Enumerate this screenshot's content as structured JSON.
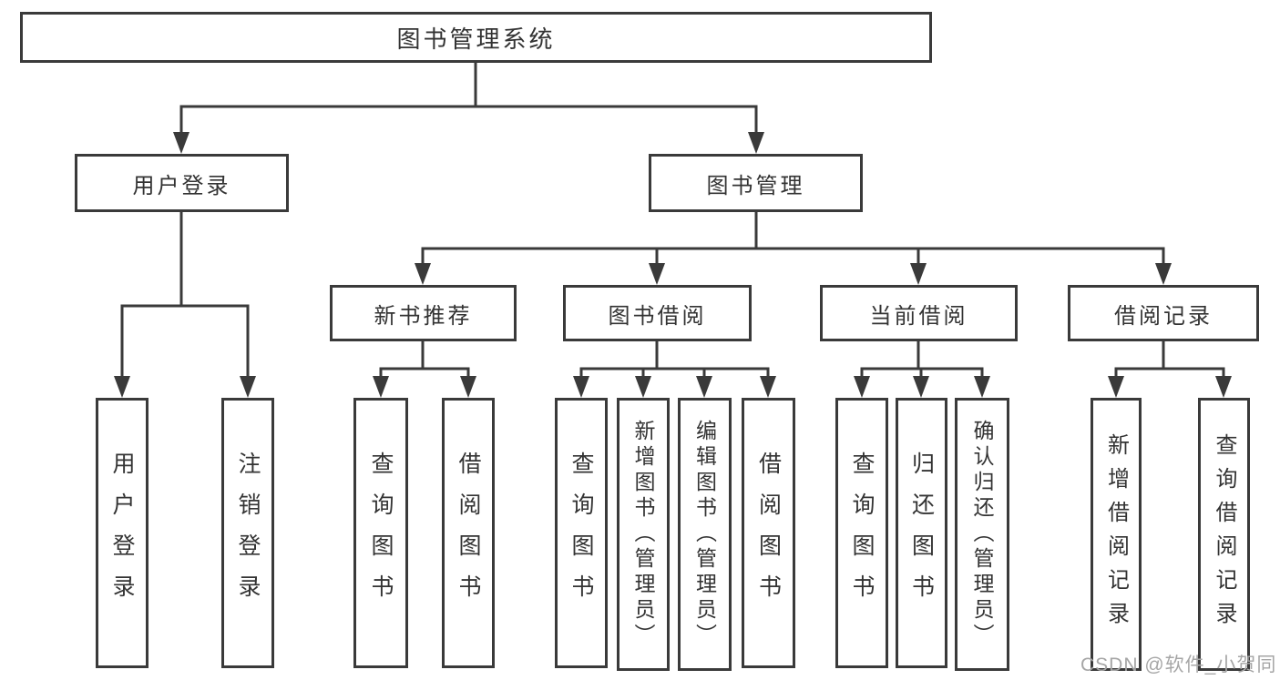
{
  "tree": {
    "root": "图书管理系统",
    "branches": [
      {
        "label": "用户登录",
        "children": [
          "用户登录",
          "注销登录"
        ]
      },
      {
        "label": "图书管理",
        "groups": [
          {
            "label": "新书推荐",
            "children": [
              "查询图书",
              "借阅图书"
            ]
          },
          {
            "label": "图书借阅",
            "children": [
              "查询图书",
              "新增图书（管理员）",
              "编辑图书（管理员）",
              "借阅图书"
            ]
          },
          {
            "label": "当前借阅",
            "children": [
              "查询图书",
              "归还图书",
              "确认归还（管理员）"
            ]
          },
          {
            "label": "借阅记录",
            "children": [
              "新增借阅记录",
              "查询借阅记录"
            ]
          }
        ]
      }
    ]
  },
  "watermark": "CSDN @软件_小贺同学",
  "colors": {
    "line": "#3a3a3a",
    "text": "#333333",
    "box_fill": "#ffffff",
    "background": "#ffffff",
    "watermark": "#a6a6a6"
  }
}
